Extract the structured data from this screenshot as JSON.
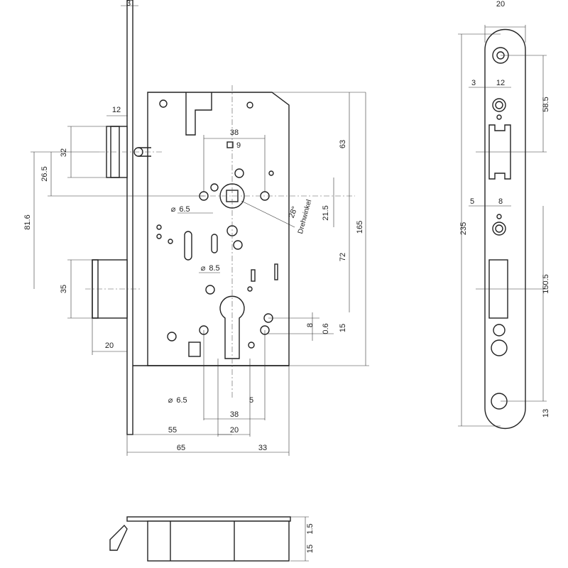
{
  "title": "Mortise lock technical drawing",
  "front_view": {
    "faceplate_thickness": "3",
    "latch_width": "12",
    "latch_height": "32",
    "latch_offset": "26.5",
    "latch_to_bolt": "81.6",
    "bolt_height": "35",
    "bolt_throw": "20",
    "spindle_hole_spacing": "38",
    "spindle_square": "9",
    "top_to_spindle": "63",
    "hole_dia_1": "6.5",
    "angle": "28°",
    "angle_label": "Drehwinkel",
    "spindle_offset": "21.5",
    "body_height": "165",
    "hole_dia_2": "8.5",
    "spindle_to_cylinder": "72",
    "cylinder_a": "8",
    "cylinder_b": "0.6",
    "cylinder_c": "15",
    "hole_dia_3": "6.5",
    "cyl_slot": "5",
    "cyl_hole_spacing": "38",
    "cyl_spacing_small": "20",
    "backset": "55",
    "body_depth": "65",
    "body_tail": "33",
    "diameter_symbol": "⌀"
  },
  "strike_plate": {
    "width": "20",
    "offset": "3",
    "latch_opening": "12",
    "top_to_latch": "58.5",
    "length": "235",
    "bolt_offset": "5",
    "bolt_opening": "8",
    "latch_to_bottom": "150.5",
    "bottom_screw": "13"
  },
  "bottom_view": {
    "faceplate": "1.5",
    "body": "15"
  }
}
